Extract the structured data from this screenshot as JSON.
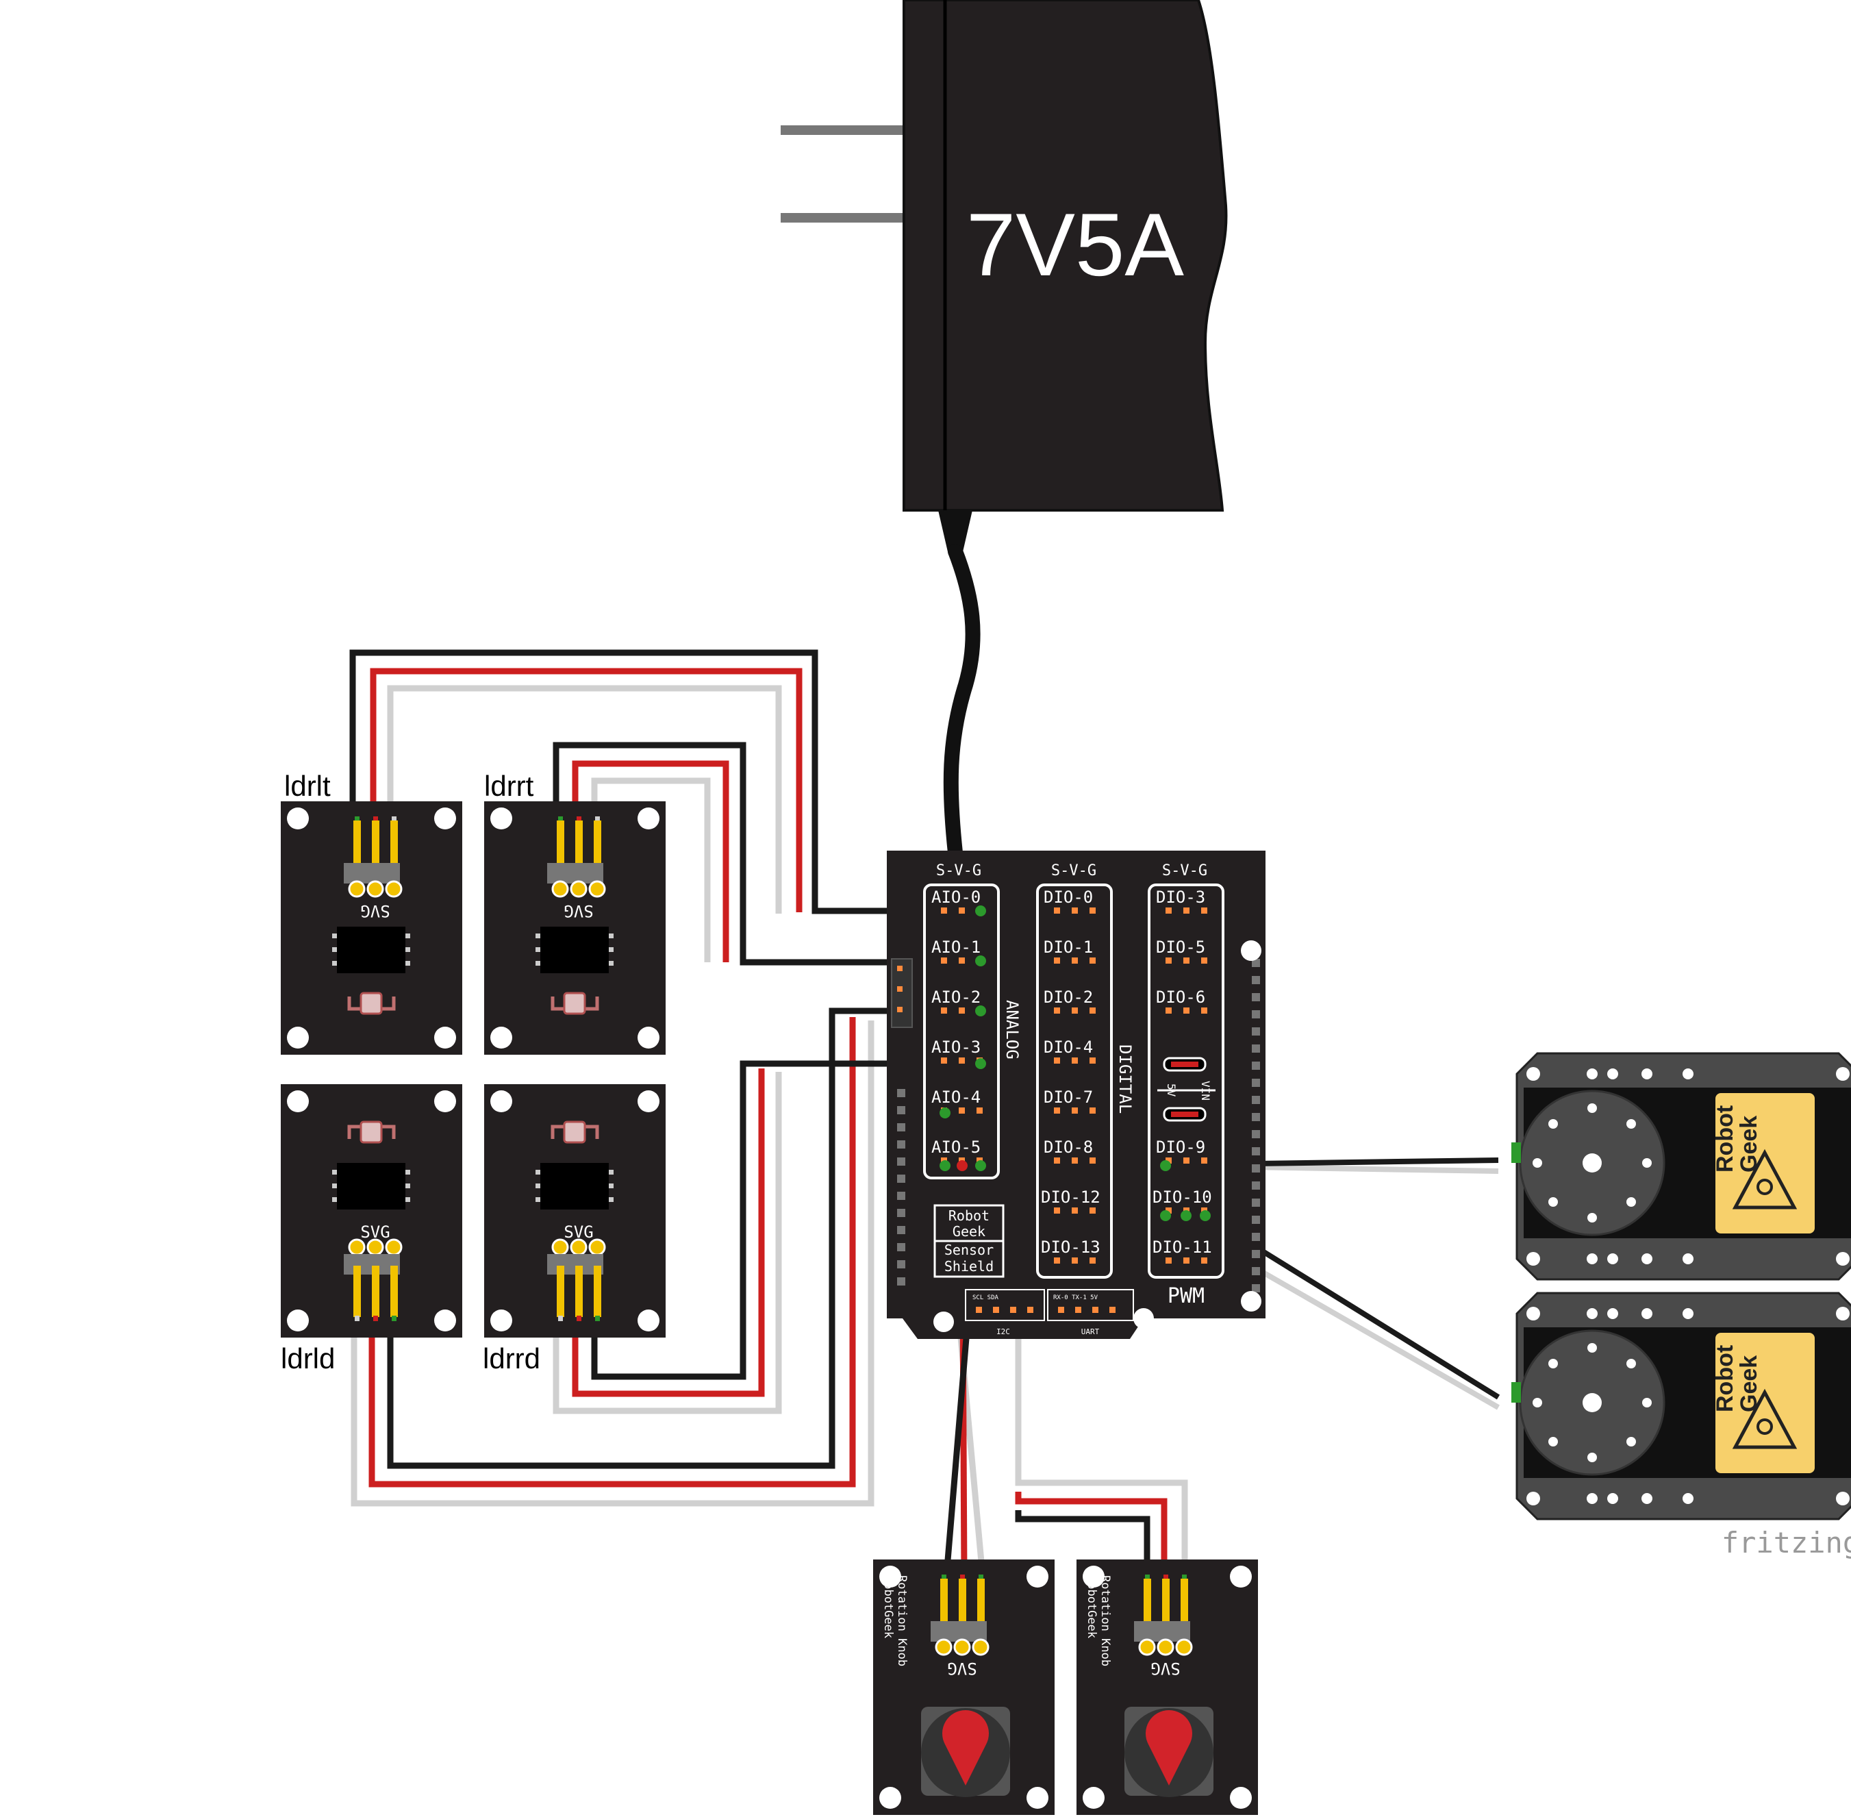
{
  "adapter": {
    "label": "7V5A"
  },
  "sensors": [
    {
      "label": "ldrlt"
    },
    {
      "label": "ldrrt"
    },
    {
      "label": "ldrld"
    },
    {
      "label": "ldrrd"
    }
  ],
  "sensor_pin_label": "SVG",
  "shield": {
    "header_label": "S-V-G",
    "analog_pins": [
      "AIO-0",
      "AIO-1",
      "AIO-2",
      "AIO-3",
      "AIO-4",
      "AIO-5"
    ],
    "digital_pins_a": [
      "DIO-0",
      "DIO-1",
      "DIO-2",
      "DIO-4",
      "DIO-7",
      "DIO-8",
      "DIO-12",
      "DIO-13"
    ],
    "digital_pins_b": [
      "DIO-3",
      "DIO-5",
      "DIO-6",
      "DIO-9",
      "DIO-10",
      "DIO-11"
    ],
    "analog_label": "ANALOG",
    "digital_label": "DIGITAL",
    "pwm_label": "PWM",
    "jumper_5v": "5V",
    "jumper_vin": "VIN",
    "i2c_label": "I2C",
    "uart_label": "UART",
    "i2c_pins": "SCL  SDA",
    "uart_pins": "RX-0  TX-1  5V",
    "logo_lines": [
      "Robot",
      "Geek",
      "Sensor",
      "Shield"
    ]
  },
  "servos": [
    {
      "brand_line1": "Robot",
      "brand_line2": "Geek"
    },
    {
      "brand_line1": "Robot",
      "brand_line2": "Geek"
    }
  ],
  "knobs": [
    {
      "line1": "RobotGeek",
      "line2": "Rotation Knob"
    },
    {
      "line1": "RobotGeek",
      "line2": "Rotation Knob"
    }
  ],
  "watermark": "fritzing",
  "colors": {
    "board": "#231f20",
    "wire_black": "#1a1a1a",
    "wire_red": "#cc1f1f",
    "wire_white": "#d0d0d0",
    "pin_gold": "#f2c200",
    "knob_red": "#d2232a",
    "servo_label": "#f7d06b"
  }
}
